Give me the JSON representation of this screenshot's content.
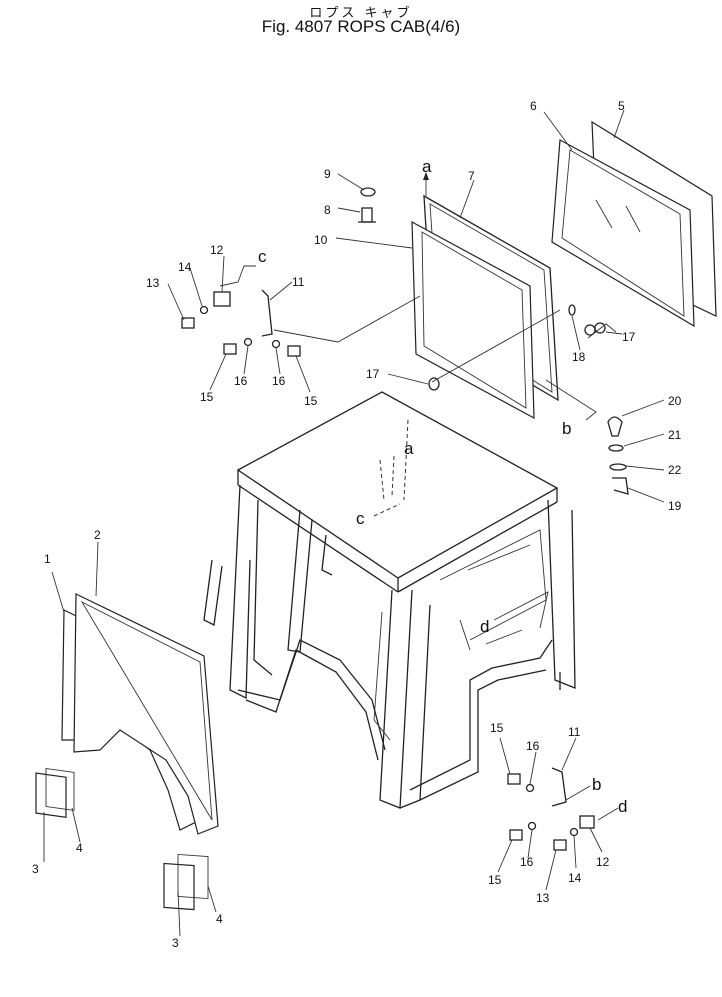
{
  "title_jp": "ロプス キャブ",
  "title": "Fig. 4807  ROPS  CAB(4/6)",
  "callouts": [
    {
      "id": "c-1",
      "text": "1"
    },
    {
      "id": "c-2",
      "text": "2"
    },
    {
      "id": "c-3a",
      "text": "3"
    },
    {
      "id": "c-4a",
      "text": "4"
    },
    {
      "id": "c-3b",
      "text": "3"
    },
    {
      "id": "c-4b",
      "text": "4"
    },
    {
      "id": "c-5",
      "text": "5"
    },
    {
      "id": "c-6",
      "text": "6"
    },
    {
      "id": "c-7",
      "text": "7"
    },
    {
      "id": "c-8",
      "text": "8"
    },
    {
      "id": "c-9",
      "text": "9"
    },
    {
      "id": "c-10",
      "text": "10"
    },
    {
      "id": "c-11a",
      "text": "11"
    },
    {
      "id": "c-12a",
      "text": "12"
    },
    {
      "id": "c-13a",
      "text": "13"
    },
    {
      "id": "c-14a",
      "text": "14"
    },
    {
      "id": "c-15a",
      "text": "15"
    },
    {
      "id": "c-16a",
      "text": "16"
    },
    {
      "id": "c-16b",
      "text": "16"
    },
    {
      "id": "c-15b",
      "text": "15"
    },
    {
      "id": "c-17a",
      "text": "17"
    },
    {
      "id": "c-18",
      "text": "18"
    },
    {
      "id": "c-17b",
      "text": "17"
    },
    {
      "id": "c-20",
      "text": "20"
    },
    {
      "id": "c-21",
      "text": "21"
    },
    {
      "id": "c-22",
      "text": "22"
    },
    {
      "id": "c-19",
      "text": "19"
    },
    {
      "id": "c-15c",
      "text": "15"
    },
    {
      "id": "c-16c",
      "text": "16"
    },
    {
      "id": "c-11b",
      "text": "11"
    },
    {
      "id": "c-15d",
      "text": "15"
    },
    {
      "id": "c-16d",
      "text": "16"
    },
    {
      "id": "c-13b",
      "text": "13"
    },
    {
      "id": "c-14b",
      "text": "14"
    },
    {
      "id": "c-12b",
      "text": "12"
    }
  ],
  "refs": [
    {
      "id": "r-a-top",
      "text": "a"
    },
    {
      "id": "r-a-cab",
      "text": "a"
    },
    {
      "id": "r-c-top",
      "text": "c"
    },
    {
      "id": "r-c-cab",
      "text": "c"
    },
    {
      "id": "r-b-frame",
      "text": "b"
    },
    {
      "id": "r-d-cab",
      "text": "d"
    },
    {
      "id": "r-b-bot",
      "text": "b"
    },
    {
      "id": "r-d-bot",
      "text": "d"
    }
  ]
}
